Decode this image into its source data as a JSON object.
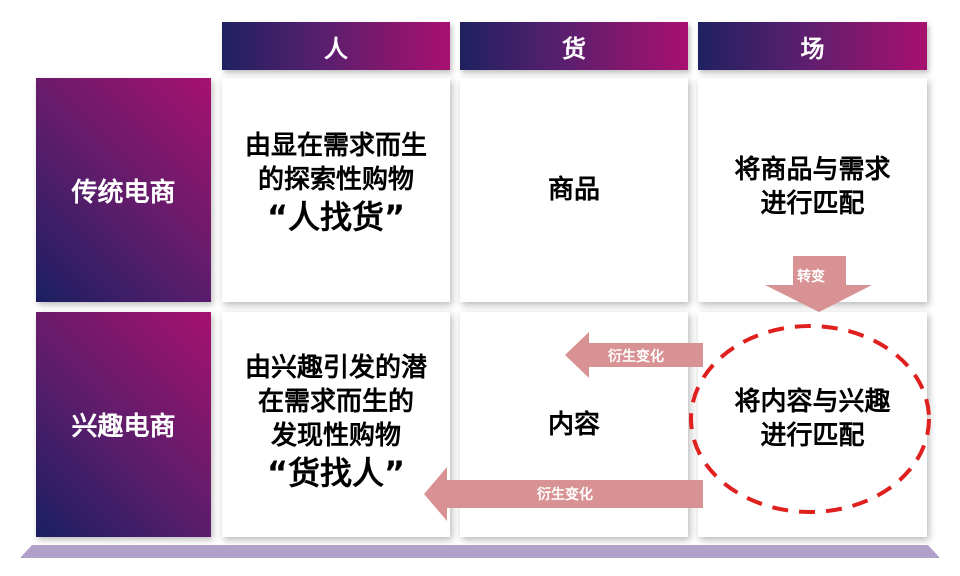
{
  "columns": [
    {
      "label": "人"
    },
    {
      "label": "货"
    },
    {
      "label": "场"
    }
  ],
  "rows": [
    {
      "label": "传统电商",
      "cells": [
        {
          "lines": [
            "由显在需求而生",
            "的探索性购物"
          ],
          "emphasis": "“人找货”"
        },
        {
          "lines": [
            "商品"
          ]
        },
        {
          "lines": [
            "将商品与需求",
            "进行匹配"
          ]
        }
      ]
    },
    {
      "label": "兴趣电商",
      "cells": [
        {
          "lines": [
            "由兴趣引发的潜",
            "在需求而生的",
            "发现性购物"
          ],
          "emphasis": "“货找人”"
        },
        {
          "lines": [
            "内容"
          ]
        },
        {
          "lines": [
            "将内容与兴趣",
            "进行匹配"
          ]
        }
      ]
    }
  ],
  "arrows": {
    "transform_down": {
      "label": "转变"
    },
    "derive_to_goods": {
      "label": "衍生变化"
    },
    "derive_to_people": {
      "label": "衍生变化"
    }
  },
  "colors": {
    "header_gradient_start": "#1f2160",
    "header_gradient_end": "#a8106f",
    "arrow_fill": "#d99293",
    "highlight_circle": "#e0201f",
    "bottom_bar": "#b1a0c9"
  }
}
